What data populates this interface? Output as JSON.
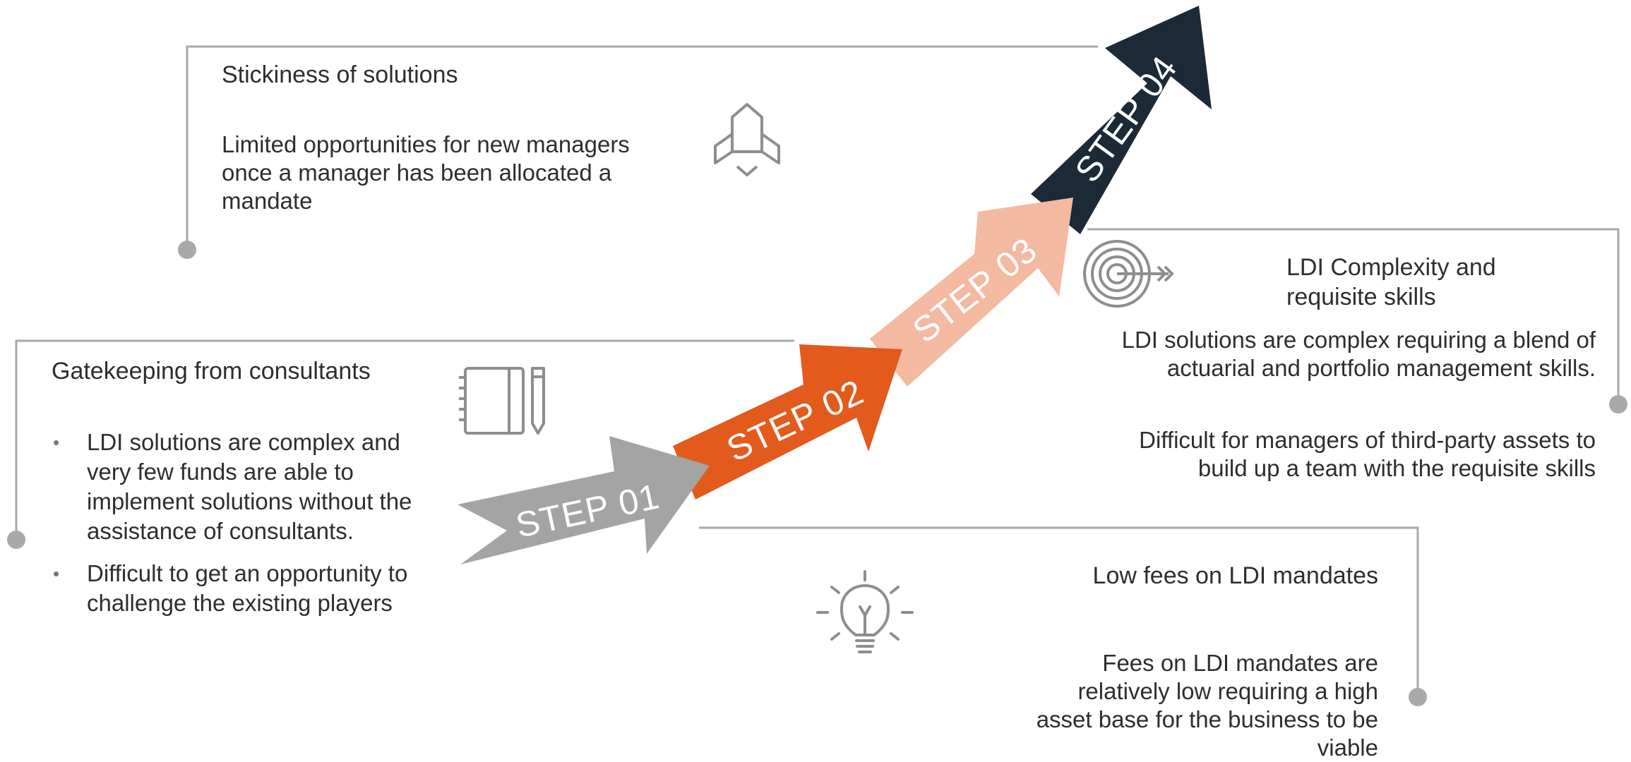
{
  "steps": [
    {
      "label": "STEP 01",
      "color": "#a4a4a4"
    },
    {
      "label": "STEP 02",
      "color": "#e35a1d"
    },
    {
      "label": "STEP 03",
      "color": "#f4b9a1"
    },
    {
      "label": "STEP 04",
      "color": "#1b2a36"
    }
  ],
  "connector_color": "#a9a9a9",
  "icon_color": "#8e8e8e",
  "sections": {
    "stickiness": {
      "title": "Stickiness of solutions",
      "body": "Limited opportunities for new managers once a manager has been allocated a mandate",
      "icon": "rocket-icon"
    },
    "gatekeeping": {
      "title": "Gatekeeping from consultants",
      "bullets": [
        "LDI solutions are complex and very few funds are able to implement solutions without the assistance of consultants.",
        "Difficult to get an opportunity to challenge the existing players"
      ],
      "icon": "notebook-pencil-icon"
    },
    "complexity": {
      "title": "LDI Complexity and requisite skills",
      "body1": "LDI solutions are complex requiring a blend of actuarial and portfolio management skills.",
      "body2": "Difficult for managers of third-party assets to build up a team with the requisite skills",
      "icon": "target-arrow-icon"
    },
    "fees": {
      "title": "Low fees on LDI mandates",
      "body": "Fees on LDI mandates are relatively low requiring a high asset base for the business to be viable",
      "icon": "lightbulb-icon"
    }
  }
}
